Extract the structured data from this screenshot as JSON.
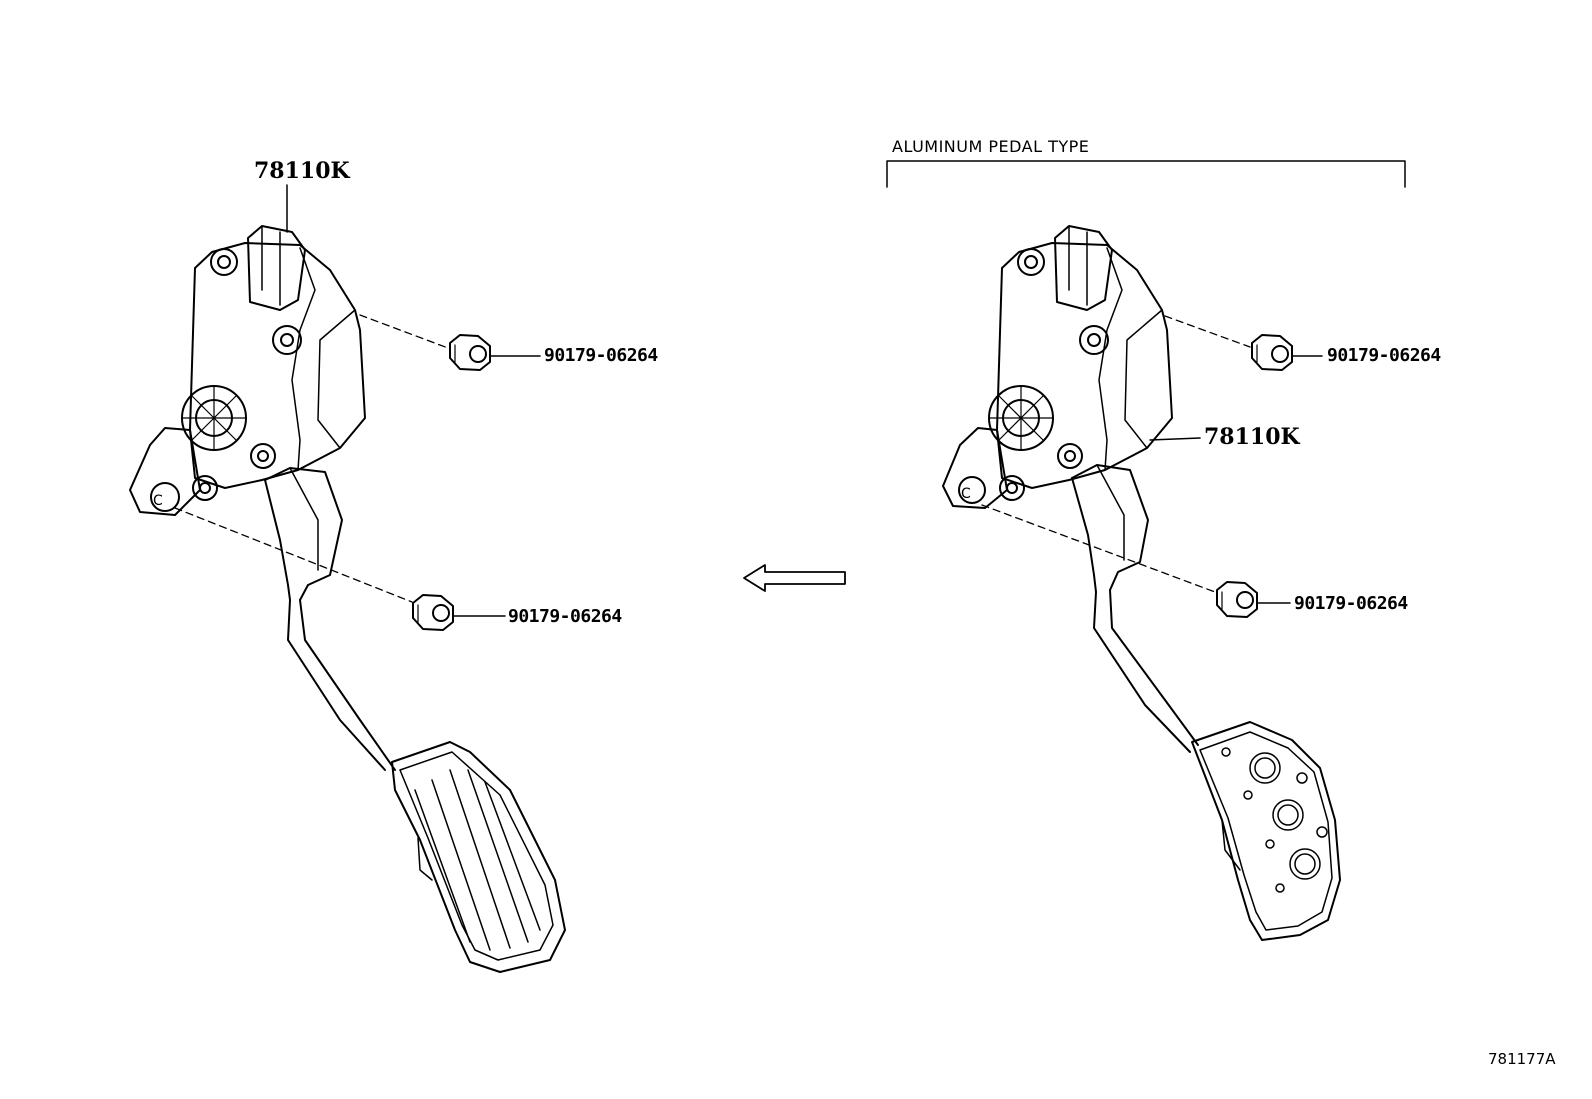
{
  "left_assembly": {
    "part_label": "78110K",
    "nut_upper_label": "90179-06264",
    "nut_lower_label": "90179-06264"
  },
  "right_assembly": {
    "group_caption": "ALUMINUM PEDAL TYPE",
    "part_label": "78110K",
    "nut_upper_label": "90179-06264",
    "nut_lower_label": "90179-06264"
  },
  "diagram_code": "781177A"
}
